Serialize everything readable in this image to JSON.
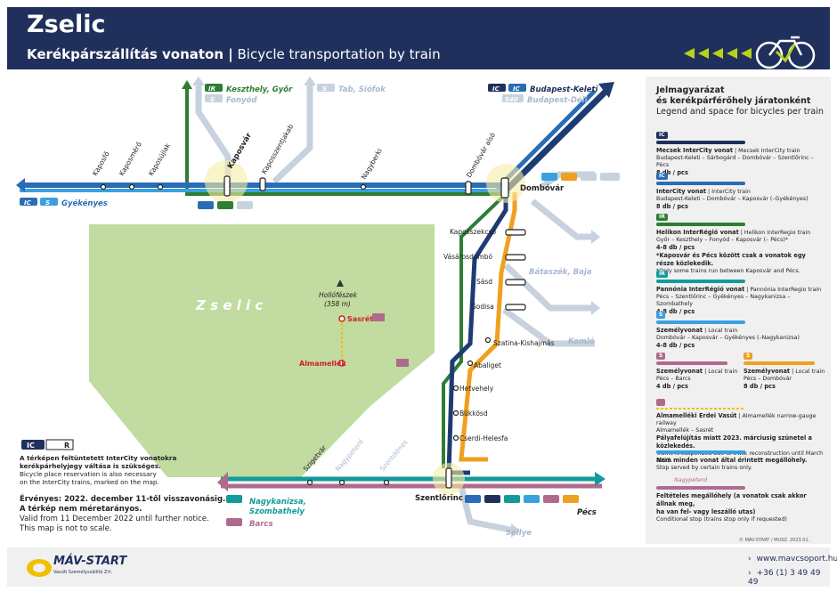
{
  "header": {
    "title": "Zselic",
    "subtitle_bold": "Kerékpárszállítás vonaton |",
    "subtitle_rest": " Bicycle transportation by train"
  },
  "colors": {
    "navy": "#20305c",
    "ic_blue": "#2a6db5",
    "ic_dark": "#1e3b72",
    "green": "#2e7d32",
    "teal": "#149a9a",
    "local_blue": "#3aa0e0",
    "pink": "#b06a8e",
    "orange": "#f0a020",
    "grey_line": "#c7d2de",
    "forest": "#b6d58f",
    "lime": "#b6d31a"
  },
  "map": {
    "dest_keszthely": "Keszthely, Győr",
    "dest_fonyod": "Fonyód",
    "dest_tab": "Tab, Siófok",
    "dest_bp_keleti": "Budapest-Keleti",
    "dest_bp_deli": "Budapest-Déli",
    "dest_gyekenyes": "Gyékényes",
    "dest_bataszek": "Bátaszék, Baja",
    "dest_komlo": "Komló",
    "dest_nagykanizsa": "Nagykanizsa,",
    "dest_szombathely": "Szombathely",
    "dest_barcs": "Barcs",
    "dest_pecs": "Pécs",
    "dest_sellye": "Sellye",
    "st_kaposfo": "Kaposfő",
    "st_kaposmero": "Kaposmérő",
    "st_kaposujlak": "Kaposújlak",
    "st_kaposvar": "Kaposvár",
    "st_kaposszentjakab": "Kaposszentjakab",
    "st_nagyberki": "Nagyberki",
    "st_dombovar_also": "Dombóvár alsó",
    "st_dombovar": "Dombóvár",
    "st_kaposszekcso": "Kaposszekcső",
    "st_vasarosdombo": "Vásárosdombó",
    "st_sasd": "Sásd",
    "st_godisa": "Godisa",
    "st_szatina": "Szatina-Kishajmás",
    "st_abaliget": "Abaliget",
    "st_hetvehely": "Hetvehely",
    "st_bukkosd": "Bükkösd",
    "st_cserdi": "Cserdi-Helesfa",
    "st_szentlorinc": "Szentlőrinc",
    "st_szigetvar": "Szigetvár",
    "st_nagypeterd": "Nagypeterd",
    "st_szentdenes": "Szentdénes",
    "forest_name": "Z s e l i c",
    "peak_name": "Hollófészek",
    "peak_height": "(358 m)",
    "st_sasret": "Sasrét",
    "st_almamellek": "Almamellék",
    "badge_ic": "IC",
    "badge_ir": "IR",
    "badge_s": "S",
    "badge_s40": "S40",
    "bike_r": "R"
  },
  "info": {
    "l1": "A térképen feltüntetett InterCity vonatokra",
    "l2": "kerékpárhelyjegy váltása is szükséges.",
    "l3": "Bicycle place reservation is also necessary",
    "l4": "on the InterCity trains, marked on the map."
  },
  "validity": {
    "l1": "Érvényes: 2022. december 11-től visszavonásig.",
    "l2": "A térkép nem méretarányos.",
    "l3": "Valid from 11 December 2022 until further notice.",
    "l4": "This map is not to scale."
  },
  "legend": {
    "title1": "Jelmagyarázat",
    "title2": "és kerékpárférőhely járatonként",
    "subtitle": "Legend and space for bicycles per train",
    "items": [
      {
        "name": "Mecsek InterCity vonat",
        "name_en": " | Mecsek InterCity train",
        "route": "Budapest-Keleti – Sárbogárd – Dombóvár – Szentlőrinc – Pécs",
        "bikes": "8 db / pcs",
        "note": ""
      },
      {
        "name": "InterCity vonat",
        "name_en": " | InterCity train",
        "route": "Budapest-Keleti – Dombóvár – Kaposvár (–Gyékényes)",
        "bikes": "8 db / pcs",
        "note": ""
      },
      {
        "name": "Helikon InterRégió vonat",
        "name_en": " | Helikon InterRegio train",
        "route": "Győr – Keszthely – Fonyód – Kaposvár (– Pécs)*",
        "bikes": "4-8 db / pcs",
        "note": "*Kaposvár és Pécs között csak a vonatok egy része közlekedik."
      },
      {
        "name": "Pannónia InterRégió vonat",
        "name_en": " | Pannónia InterRegio train",
        "route": "Pécs – Szentlőrinc – Gyékényes – Nagykanizsa – Szombathely",
        "bikes": "4-8 db / pcs",
        "note": ""
      },
      {
        "name": "Személyvonat",
        "name_en": " | Local train",
        "route": "Dombóvár – Kaposvár – Gyékényes (–Nagykanizsa)",
        "bikes": "4-8 db / pcs",
        "note": ""
      }
    ],
    "note_en": "*Only some trains run between Kaposvár and Pécs.",
    "local_pink_name": "Személyvonat",
    "local_pink_en": " | Local train",
    "local_pink_route": "Pécs – Barcs",
    "local_pink_bikes": "4 db / pcs",
    "local_orange_name": "Személyvonat",
    "local_orange_en": " | Local train",
    "local_orange_route": "Pécs – Dombóvár",
    "local_orange_bikes": "8 db / pcs",
    "narrow_name": "Almamelléki Erdei Vasút",
    "narrow_en": " | Almamellék narrow-gauge railway",
    "narrow_route": "Almamellék – Sasrét",
    "narrow_hu": "Pályafelújítás miatt 2023. márciusig szünetel a közlekedés.",
    "narrow_en2": "Traffic is suspended due to track reconstruction until March 2023.",
    "stop_hu": "Nem minden vonat által érintett megállóhely.",
    "stop_en": "Stop served by certain trains only.",
    "cond_label": "Nagypeterd",
    "cond_hu1": "Feltételes megállóhely (a vonatok csak akkor állnak meg,",
    "cond_hu2": "ha van fel- vagy leszálló utas)",
    "cond_en": "Conditional stop (trains stop only if requested)"
  },
  "footer": {
    "logo": "MÁV-START",
    "logo_sub": "Vasúti Személyszállító Zrt.",
    "web": "www.mavcsoport.hu",
    "phone": "+36 (1) 3 49 49 49",
    "copyright": "© MÁV-START / MUSZ. 2023.01."
  }
}
